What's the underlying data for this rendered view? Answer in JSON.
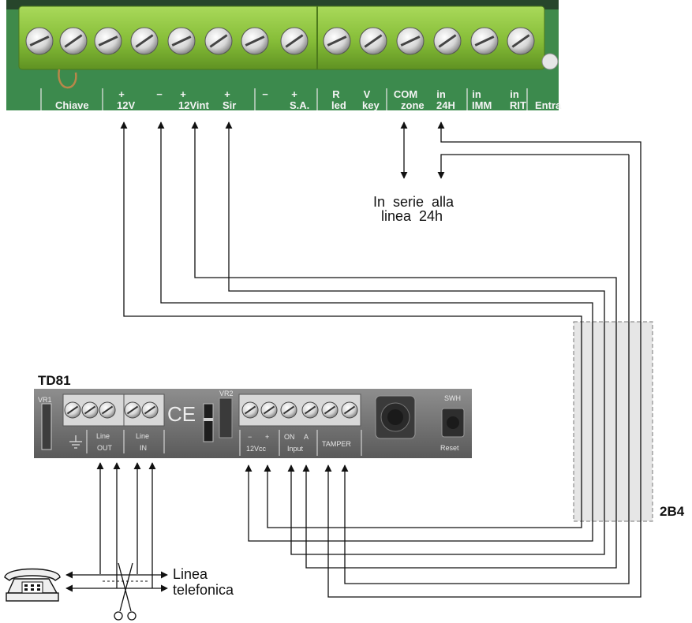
{
  "control_panel": {
    "terminal_labels": [
      {
        "sign": "",
        "name": "Chiave"
      },
      {
        "sign": "+",
        "name": "12V"
      },
      {
        "sign": "−",
        "name": ""
      },
      {
        "sign": "+",
        "name": "12Vint"
      },
      {
        "sign": "+",
        "name": "Sir"
      },
      {
        "sign": "−",
        "name": ""
      },
      {
        "sign": "+",
        "name": "S.A."
      },
      {
        "sign": "R",
        "name": "led"
      },
      {
        "sign": "V",
        "name": "key"
      },
      {
        "sign": "COM",
        "name": "zone"
      },
      {
        "sign": "in",
        "name": "24H"
      },
      {
        "sign": "in",
        "name": "IMM"
      },
      {
        "sign": "in",
        "name": "RIT"
      },
      {
        "sign": "",
        "name": "Entra"
      }
    ]
  },
  "note_24h": {
    "line1": "In  serie  alla",
    "line2": "linea  24h"
  },
  "td81": {
    "title": "TD81",
    "labels": {
      "line_out_1": "Line",
      "line_out_2": "OUT",
      "line_in_1": "Line",
      "line_in_2": "IN",
      "vcc_minus": "−",
      "vcc_plus": "+",
      "vcc": "12Vcc",
      "input_on": "ON",
      "input_a": "A",
      "input": "Input",
      "tamper": "TAMPER",
      "swh": "SWH",
      "reset": "Reset",
      "vr1": "VR1",
      "vr2": "VR2",
      "ce_mark": "CE"
    }
  },
  "cable_label": "2B4",
  "phone_label": {
    "line1": "Linea",
    "line2": "telefonica"
  },
  "icons": [
    "telephone-icon",
    "scissors-icon",
    "ce-mark-icon",
    "ground-symbol-icon"
  ],
  "colors": {
    "terminal_green": "#8fc43c",
    "pcb_green": "#3f8a4a",
    "board_gray": "#7a7a7a",
    "cable_fill": "#e6e6e6"
  }
}
